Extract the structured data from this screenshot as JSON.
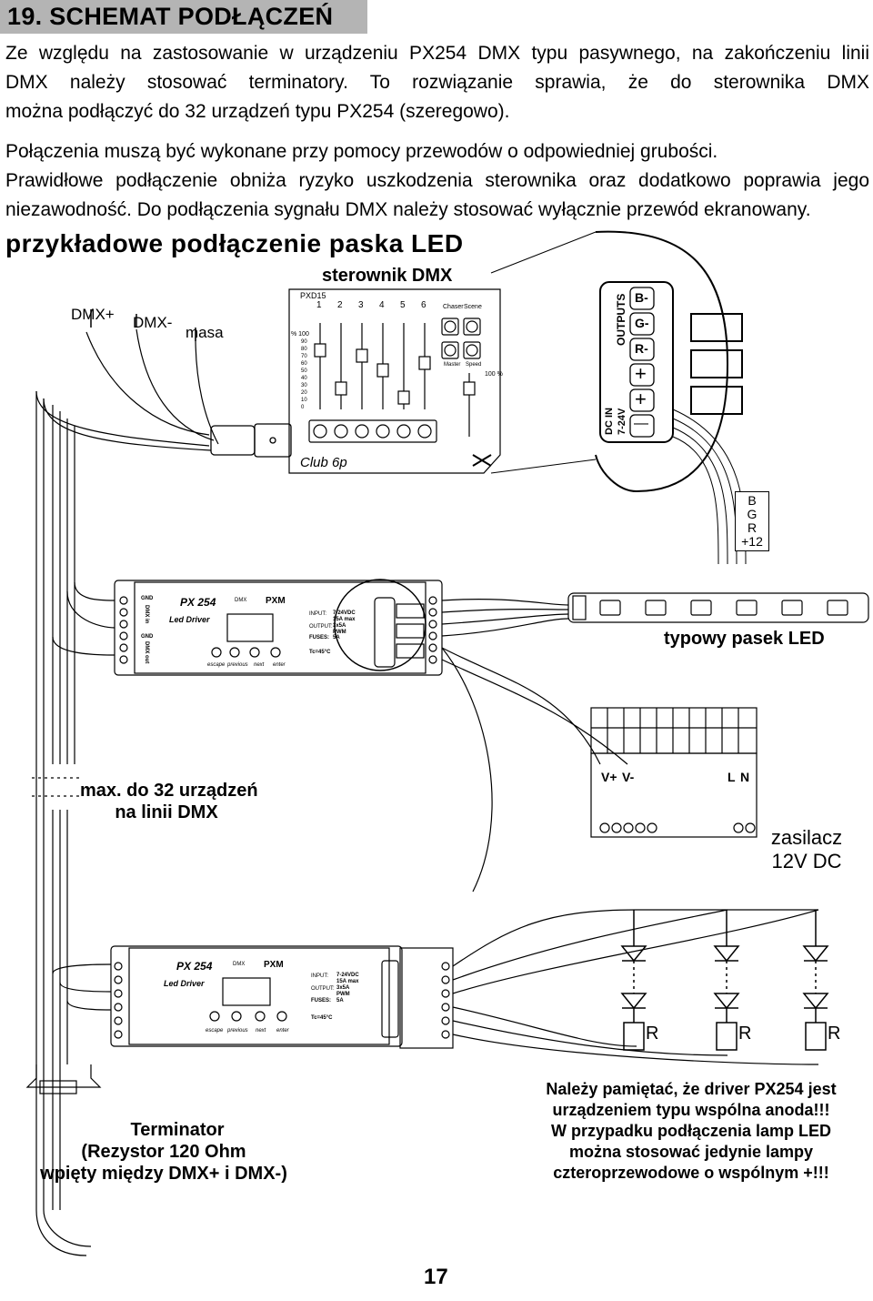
{
  "header": {
    "title": "19. SCHEMAT PODŁĄCZEŃ"
  },
  "intro": {
    "line1": "Ze względu na zastosowanie w urządzeniu PX254 DMX typu pasywnego, na zakończeniu linii",
    "line2": "DMX należy stosować terminatory. To rozwiązanie sprawia, że do sterownika DMX",
    "line3": "można podłączyć do 32 urządzeń typu PX254 (szeregowo).",
    "line4": "Połączenia muszą być wykonane przy pomocy przewodów o odpowiedniej grubości.",
    "line5": "Prawidłowe podłączenie obniża ryzyko uszkodzenia sterownika oraz dodatkowo poprawia jego",
    "line6": "niezawodność. Do podłączenia sygnału DMX należy stosować wyłącznie przewód ekranowany."
  },
  "subtitle": "przykładowe podłączenie paska LED",
  "labels": {
    "dmx_plus": "DMX+",
    "dmx_minus": "DMX-",
    "masa": "masa",
    "controller_title": "sterownik DMX",
    "controller_model": "PXD15",
    "controller_brand": "Club 6p",
    "chaser": "Chaser",
    "scene": "Scene",
    "speed": "Speed",
    "master": "Master",
    "percent100": "% 100",
    "percent100r": "100 %",
    "channels": [
      "1",
      "2",
      "3",
      "4",
      "5",
      "6"
    ],
    "scale": [
      "90",
      "80",
      "70",
      "60",
      "50",
      "40",
      "30",
      "20",
      "10",
      "0"
    ],
    "outputs": "OUTPUTS",
    "dcin": "DC IN",
    "dcin_v": "7-24V",
    "out_b": "B-",
    "out_g": "G-",
    "out_r": "R-",
    "plus": "+",
    "minus": "—",
    "legend": [
      "B",
      "G",
      "R",
      "+12"
    ],
    "driver_model": "PX 254",
    "driver_sub": "Led Driver",
    "driver_dmx": "DMX",
    "driver_logo": "PXM",
    "driver_buttons": [
      "escape",
      "previous",
      "next",
      "enter"
    ],
    "driver_input": "INPUT:",
    "driver_input_val": "7-24VDC",
    "driver_input_val2": "15A max",
    "driver_output": "OUTPUT:",
    "driver_output_val": "3x5A",
    "driver_output_val2": "PWM",
    "driver_fuses": "FUSES:",
    "driver_fuses_val": "5A",
    "driver_tc": "Tc=45°C",
    "driver_gnd": "GND",
    "driver_dmx_in": "DMX in",
    "driver_dmx_out": "DMX out",
    "strip_label": "typowy pasek LED",
    "max_line1": "max. do 32 urządzeń",
    "max_line2": "na linii DMX",
    "psu_vplus": "V+",
    "psu_vminus": "V-",
    "psu_l": "L",
    "psu_n": "N",
    "psu_label1": "zasilacz",
    "psu_label2": "12V DC",
    "resistor": "R",
    "term_line1": "Terminator",
    "term_line2": "(Rezystor 120 Ohm",
    "term_line3": "wpięty między DMX+ i DMX-)",
    "note1": "Należy pamiętać, że driver PX254 jest",
    "note2": "urządzeniem typu wspólna anoda!!!",
    "note3": "W przypadku podłączenia lamp LED",
    "note4": "można stosować jedynie lampy",
    "note5": "czteroprzewodowe o wspólnym +!!!"
  },
  "page_number": "17"
}
